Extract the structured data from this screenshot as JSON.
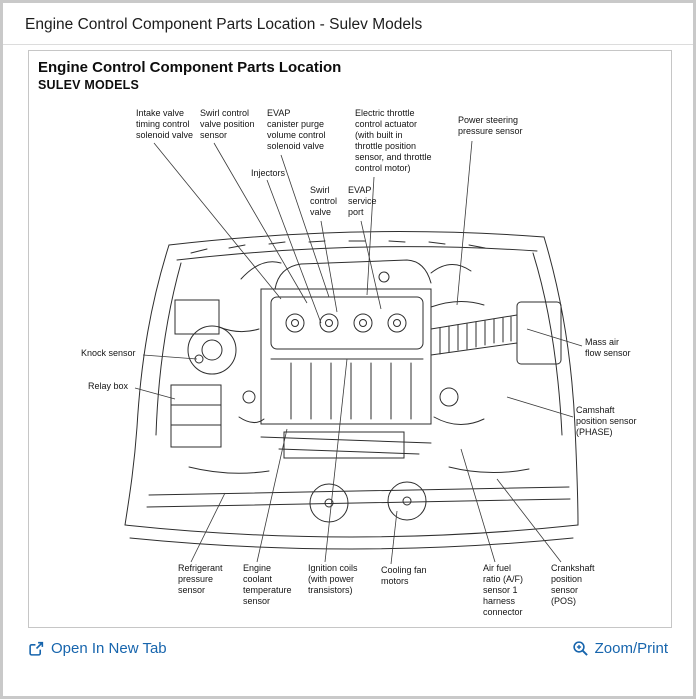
{
  "page": {
    "title": "Engine Control Component Parts Location - Sulev Models"
  },
  "panel": {
    "heading": "Engine Control Component Parts Location",
    "subheading": "SULEV MODELS"
  },
  "diagram": {
    "labels": [
      {
        "id": "intake-valve-timing-control-solenoid-valve",
        "text": "Intake valve\ntiming control\nsolenoid valve"
      },
      {
        "id": "swirl-control-valve-position-sensor",
        "text": "Swirl control\nvalve position\nsensor"
      },
      {
        "id": "evap-canister-purge-volume-control-solenoid-valve",
        "text": "EVAP\ncanister purge\nvolume control\nsolenoid valve"
      },
      {
        "id": "electric-throttle-control-actuator",
        "text": "Electric throttle\ncontrol actuator\n(with built in\nthrottle position\nsensor, and throttle\ncontrol motor)"
      },
      {
        "id": "power-steering-pressure-sensor",
        "text": "Power steering\npressure sensor"
      },
      {
        "id": "injectors",
        "text": "Injectors"
      },
      {
        "id": "swirl-control-valve",
        "text": "Swirl\ncontrol\nvalve"
      },
      {
        "id": "evap-service-port",
        "text": "EVAP\nservice\nport"
      },
      {
        "id": "knock-sensor",
        "text": "Knock sensor"
      },
      {
        "id": "relay-box",
        "text": "Relay box"
      },
      {
        "id": "mass-air-flow-sensor",
        "text": "Mass air\nflow sensor"
      },
      {
        "id": "camshaft-position-sensor-phase",
        "text": "Camshaft\nposition sensor\n(PHASE)"
      },
      {
        "id": "refrigerant-pressure-sensor",
        "text": "Refrigerant\npressure\nsensor"
      },
      {
        "id": "engine-coolant-temperature-sensor",
        "text": "Engine\ncoolant\ntemperature\nsensor"
      },
      {
        "id": "ignition-coils",
        "text": "Ignition coils\n(with power\ntransistors)"
      },
      {
        "id": "cooling-fan-motors",
        "text": "Cooling fan\nmotors"
      },
      {
        "id": "air-fuel-ratio-sensor-1-harness-connector",
        "text": "Air fuel\nratio (A/F)\nsensor 1\nharness\nconnector"
      },
      {
        "id": "crankshaft-position-sensor-pos",
        "text": "Crankshaft\nposition\nsensor\n(POS)"
      }
    ]
  },
  "footer": {
    "open_in_new_tab": "Open In New Tab",
    "zoom_print": "Zoom/Print"
  },
  "colors": {
    "link": "#1765ad",
    "panel_border": "#c6c6c6",
    "line_art": "#2e2e2e"
  }
}
